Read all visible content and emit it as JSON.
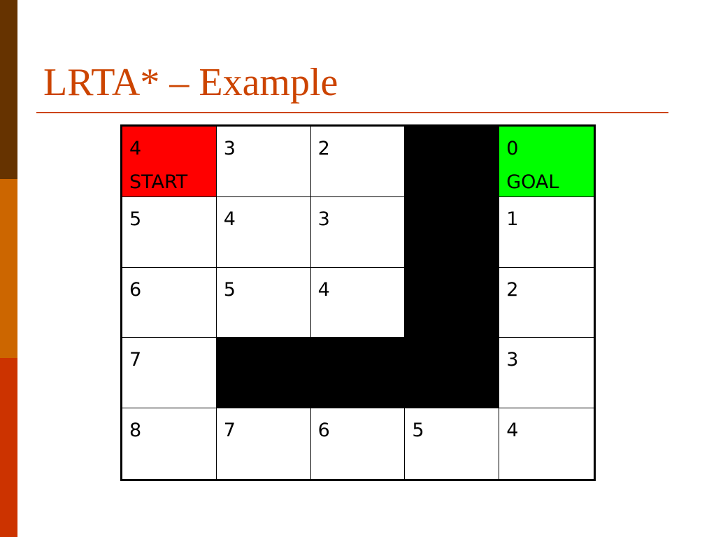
{
  "slide": {
    "title": "LRTA* – Example"
  },
  "colors": {
    "title": "#cc4400",
    "start": "#ff0000",
    "goal": "#00ff00",
    "wall": "#000000"
  },
  "grid": {
    "rows": [
      [
        {
          "value": "4",
          "label": "START",
          "type": "start"
        },
        {
          "value": "3",
          "type": "open"
        },
        {
          "value": "2",
          "type": "open"
        },
        {
          "type": "wall"
        },
        {
          "value": "0",
          "label": "GOAL",
          "type": "goal"
        }
      ],
      [
        {
          "value": "5",
          "type": "open"
        },
        {
          "value": "4",
          "type": "open"
        },
        {
          "value": "3",
          "type": "open"
        },
        {
          "type": "wall"
        },
        {
          "value": "1",
          "type": "open"
        }
      ],
      [
        {
          "value": "6",
          "type": "open"
        },
        {
          "value": "5",
          "type": "open"
        },
        {
          "value": "4",
          "type": "open"
        },
        {
          "type": "wall"
        },
        {
          "value": "2",
          "type": "open"
        }
      ],
      [
        {
          "value": "7",
          "type": "open"
        },
        {
          "type": "wall"
        },
        {
          "type": "wall"
        },
        {
          "type": "wall"
        },
        {
          "value": "3",
          "type": "open"
        }
      ],
      [
        {
          "value": "8",
          "type": "open"
        },
        {
          "value": "7",
          "type": "open"
        },
        {
          "value": "6",
          "type": "open"
        },
        {
          "value": "5",
          "type": "open"
        },
        {
          "value": "4",
          "type": "open"
        }
      ]
    ]
  }
}
